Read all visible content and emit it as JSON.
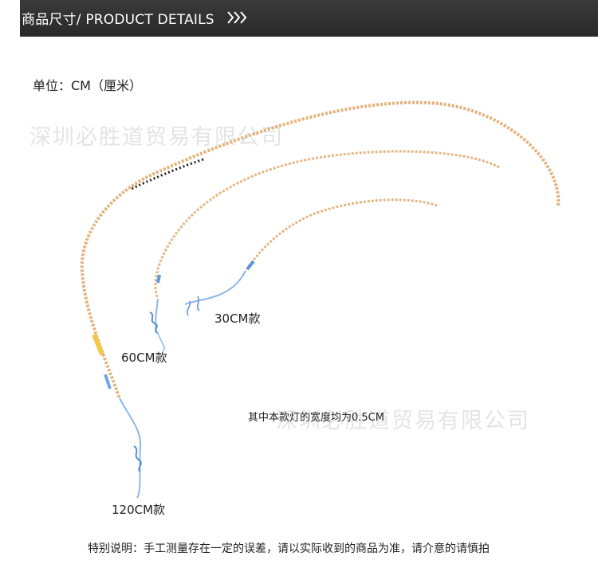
{
  "header": {
    "title": "商品尺寸/ PRODUCT DETAILS",
    "chevrons_icon": "triple-chevron-right-icon"
  },
  "unit_label": "单位：CM（厘米）",
  "watermark": {
    "top": "深圳必胜道贸易有限公司",
    "bottom": "深圳必胜道贸易有限公司"
  },
  "labels": {
    "len_30": "30CM款",
    "len_60": "60CM款",
    "len_120": "120CM款",
    "width_note": "其中本款灯的宽度均为0.5CM"
  },
  "footer_note": "特别说明：手工测量存在一定的误差，请以实际收到的商品为准，请介意的请慎拍",
  "colors": {
    "header_bg": "#2f2f2f",
    "strip_copper": "#e2b27c",
    "wire_blue": "#7aa9e0"
  }
}
